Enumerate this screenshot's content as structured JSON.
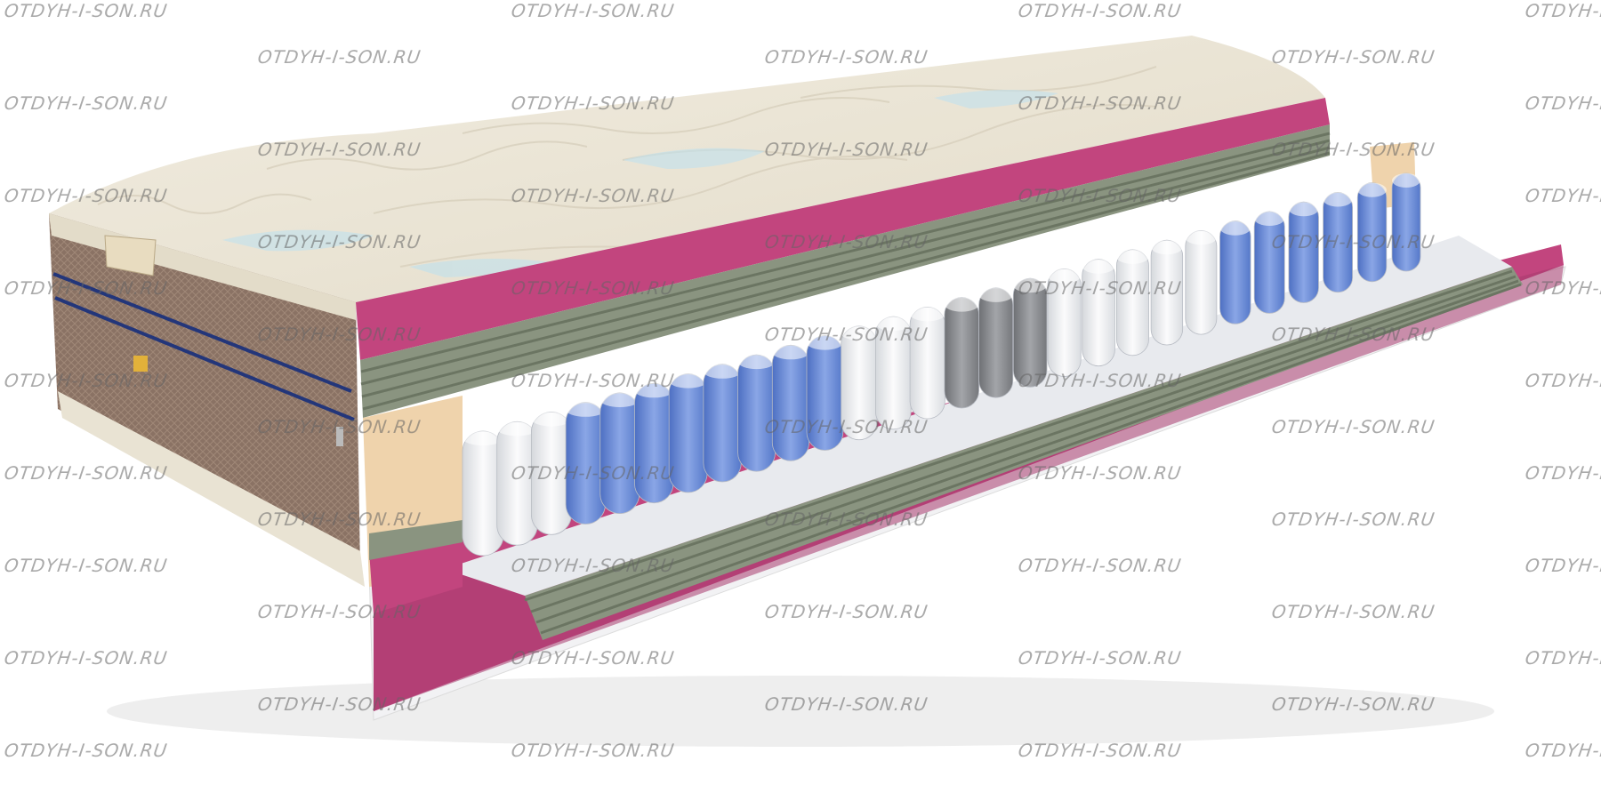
{
  "watermark": {
    "text": "OTDYH-I-SON.RU",
    "color": "#6e6e6e"
  },
  "mattress": {
    "icons": [
      "mattress-cover",
      "pocket-spring-block",
      "foam-layer",
      "coir-layer",
      "zipper",
      "product-tag"
    ],
    "colors": {
      "cover": "#ece6d6",
      "pink_foam": "#c2457e",
      "green_coir": "#8a9480",
      "blue_spring": "#6e8fd6",
      "white_spring": "#e9ebee",
      "gray_spring": "#8a8c90",
      "beige_foam": "#efd3ac",
      "side_panel": "#8a7264",
      "piping": "#23367a"
    }
  }
}
